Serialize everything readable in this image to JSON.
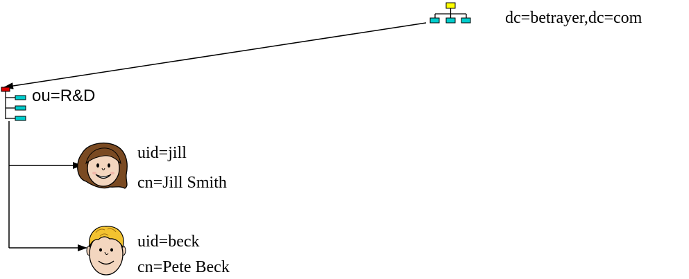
{
  "root": {
    "dn": "dc=betrayer,dc=com",
    "icon": "network-tree-icon"
  },
  "ou": {
    "dn": "ou=R&D",
    "icon": "org-unit-tree-icon"
  },
  "users": [
    {
      "uid": "uid=jill",
      "cn": "cn=Jill Smith",
      "icon": "woman-face-icon"
    },
    {
      "uid": "uid=beck",
      "cn": "cn=Pete Beck",
      "icon": "man-face-icon"
    }
  ],
  "colors": {
    "root_node": "#ffff00",
    "child_node": "#00cccc",
    "ou_root": "#dd0000",
    "ou_child": "#00cccc",
    "jill_hair": "#7a4a22",
    "beck_hair": "#f2c230",
    "skin": "#f3d6bf",
    "lines": "#000000"
  }
}
